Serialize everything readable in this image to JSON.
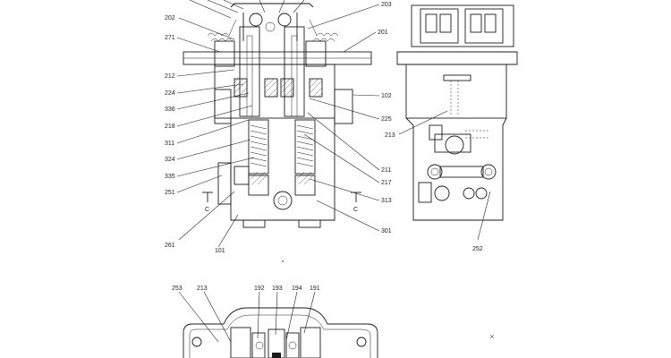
{
  "diagram": {
    "left_view_labels": {
      "l202": "202",
      "l271": "271",
      "l212": "212",
      "l224": "224",
      "l336": "336",
      "l218": "218",
      "l311": "311",
      "l324": "324",
      "l335": "335",
      "l251": "251",
      "l261": "261",
      "l101": "101",
      "l203": "203",
      "l201": "201",
      "l102": "102",
      "l225": "225",
      "l211": "211",
      "l217": "217",
      "l313": "313",
      "l301": "301",
      "section_left": "C",
      "section_right": "C"
    },
    "right_view_labels": {
      "l213": "213",
      "l252": "252"
    },
    "bottom_view_labels": {
      "l253": "253",
      "l213b": "213",
      "l192": "192",
      "l193": "193",
      "l194": "194",
      "l191": "191"
    }
  }
}
